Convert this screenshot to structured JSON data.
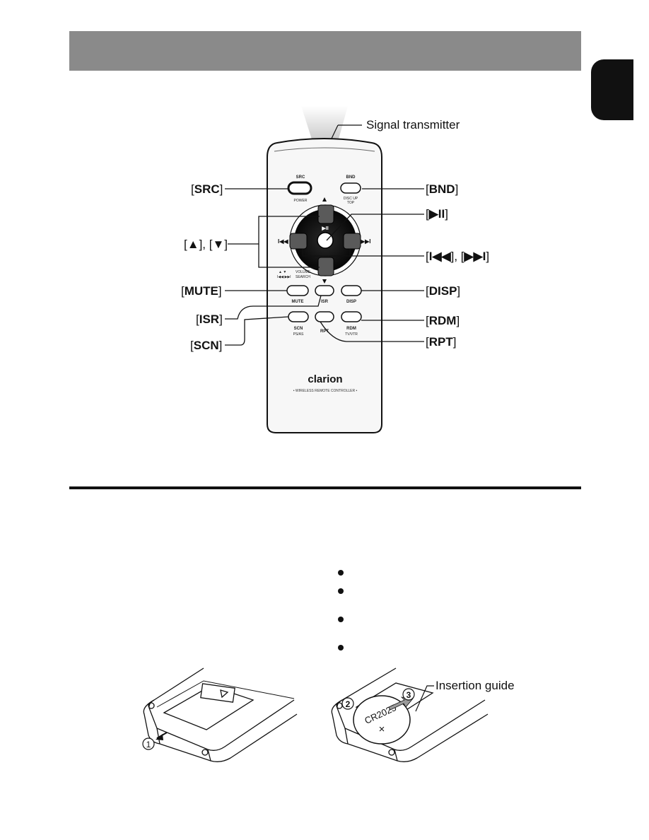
{
  "page": {
    "section_header": "",
    "bullet_count": 4
  },
  "remote": {
    "signal_label": "Signal transmitter",
    "brand": "clarion",
    "subtitle": "• WIRELESS REMOTE CONTROLLER •",
    "buttons": {
      "src": "SRC",
      "src_sub": "POWER",
      "bnd": "BND",
      "bnd_sub1": "DISC UP",
      "bnd_sub2": "TOP",
      "play": "▶II",
      "mute": "MUTE",
      "isr": "ISR",
      "disp": "DISP",
      "scn": "SCN",
      "scn_sub": "PS/AS",
      "rpt": "RPT",
      "rdm": "RDM",
      "rdm_sub": "TV/VTR",
      "volume": "VOLUME",
      "search": "SEARCH"
    },
    "callouts": {
      "src": "SRC",
      "bnd": "BND",
      "play_pause": "▶II",
      "up_down_up": "▲",
      "up_down_down": "▼",
      "skip_prev": "I◀◀",
      "skip_next": "▶▶I",
      "mute": "MUTE",
      "disp": "DISP",
      "isr": "ISR",
      "rdm": "RDM",
      "scn": "SCN",
      "rpt": "RPT"
    }
  },
  "battery_figure": {
    "step1": "1",
    "step2": "2",
    "step3": "3",
    "battery_label": "CR2025",
    "insertion_guide": "Insertion guide"
  },
  "colors": {
    "header_band": "#8a8a8a",
    "side_tab": "#111111",
    "remote_body": "#f4f4f4"
  }
}
